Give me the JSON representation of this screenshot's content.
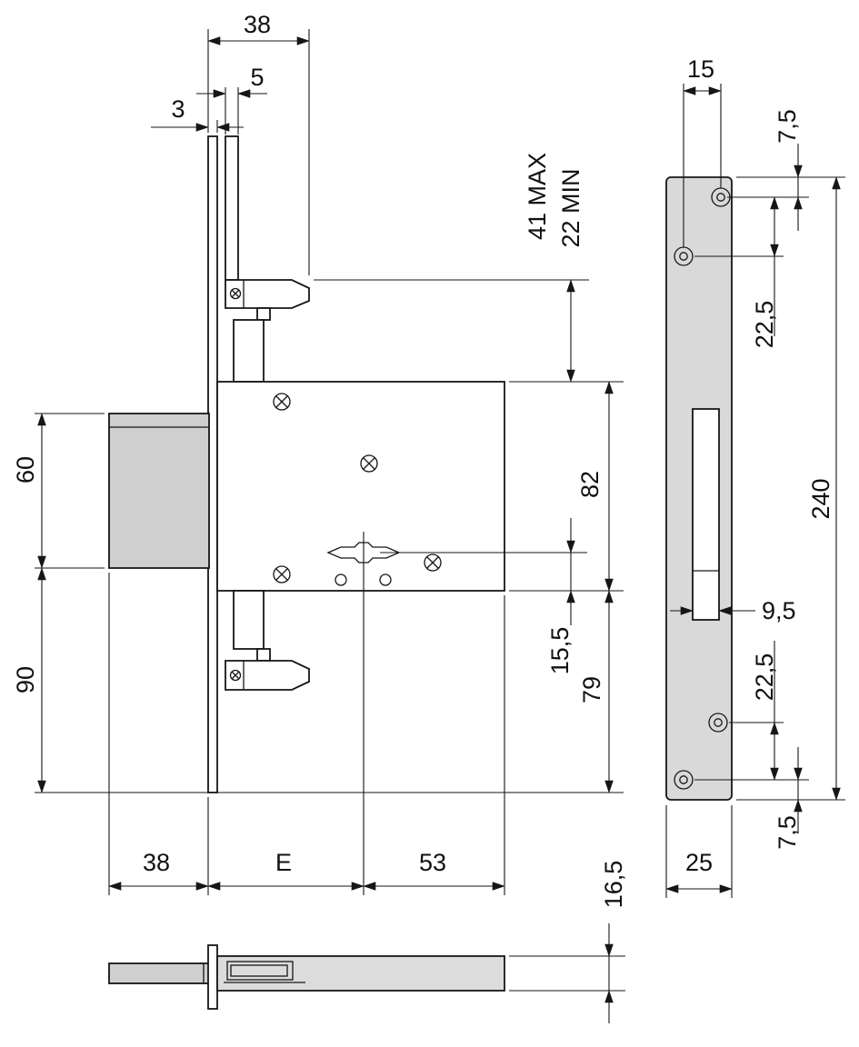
{
  "page": {
    "background": "#ffffff",
    "line_color": "#161616",
    "fill_gray": "#cfcfcf",
    "fill_plate": "#d9d9d9",
    "fill_body": "#dcdcdc"
  },
  "front_view": {
    "dims": {
      "top_width": "38",
      "rod_thickness": "5",
      "plate_thickness": "3",
      "hook_travel_max": "41 MAX",
      "hook_travel_min": "22 MIN",
      "case_height_upper": "82",
      "key_to_case_bottom": "15,5",
      "case_bottom_to_end": "79",
      "bolt_height": "60",
      "bolt_to_end": "90",
      "bolt_throw": "38",
      "backset": "E",
      "case_depth": "53"
    }
  },
  "bottom_view": {
    "dims": {
      "thickness": "16,5"
    }
  },
  "plate_view": {
    "dims": {
      "hole_offset": "15",
      "top_to_hole": "7,5",
      "upper_hole_pitch": "22,5",
      "total_height": "240",
      "slot_width": "9,5",
      "lower_hole_pitch": "22,5",
      "hole_to_bottom": "7,5",
      "plate_width": "25"
    }
  }
}
